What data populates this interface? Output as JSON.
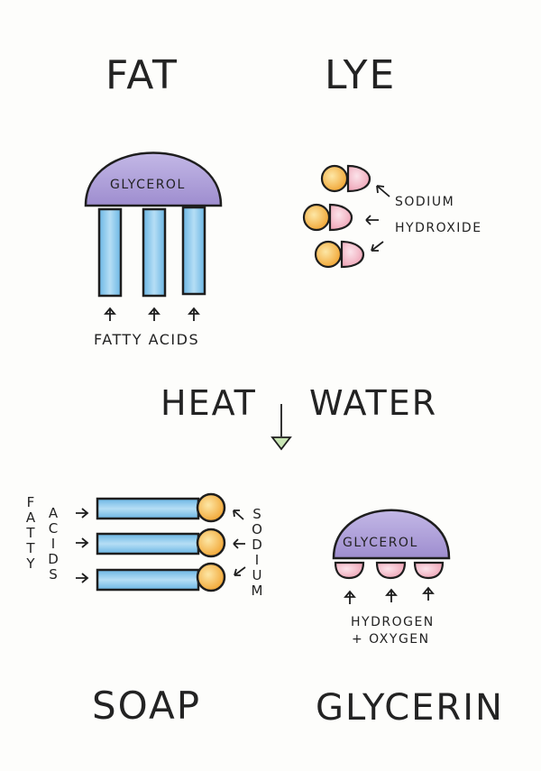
{
  "titles": {
    "fat": "FAT",
    "lye": "LYE",
    "heat": "HEAT",
    "water": "WATER",
    "soap": "SOAP",
    "glycerin": "GLYCERIN"
  },
  "fat_diagram": {
    "glycerol_label": "GLYCEROL",
    "fatty_acids_label": "FATTY ACIDS",
    "fatty_acid_count": 3
  },
  "lye_diagram": {
    "label_line1": "SODIUM",
    "label_line2": "HYDROXIDE",
    "molecule_count": 3
  },
  "soap_diagram": {
    "left_label_col1": "FATTY",
    "left_label_col2": "ACIDS",
    "right_label": "SODIUM",
    "chain_count": 3
  },
  "glycerin_diagram": {
    "glycerol_label": "GLYCEROL",
    "label_line1": "HYDROGEN",
    "label_line2": "+ OXYGEN",
    "group_count": 3
  },
  "colors": {
    "glycerol_purple": "#a99ad6",
    "fatty_acid_blue": "#7cc3ea",
    "sodium_orange": "#f5b547",
    "hydroxide_pink": "#f2b8c6",
    "arrow_green": "#c9e6b5",
    "ink": "#1e1e1e"
  }
}
